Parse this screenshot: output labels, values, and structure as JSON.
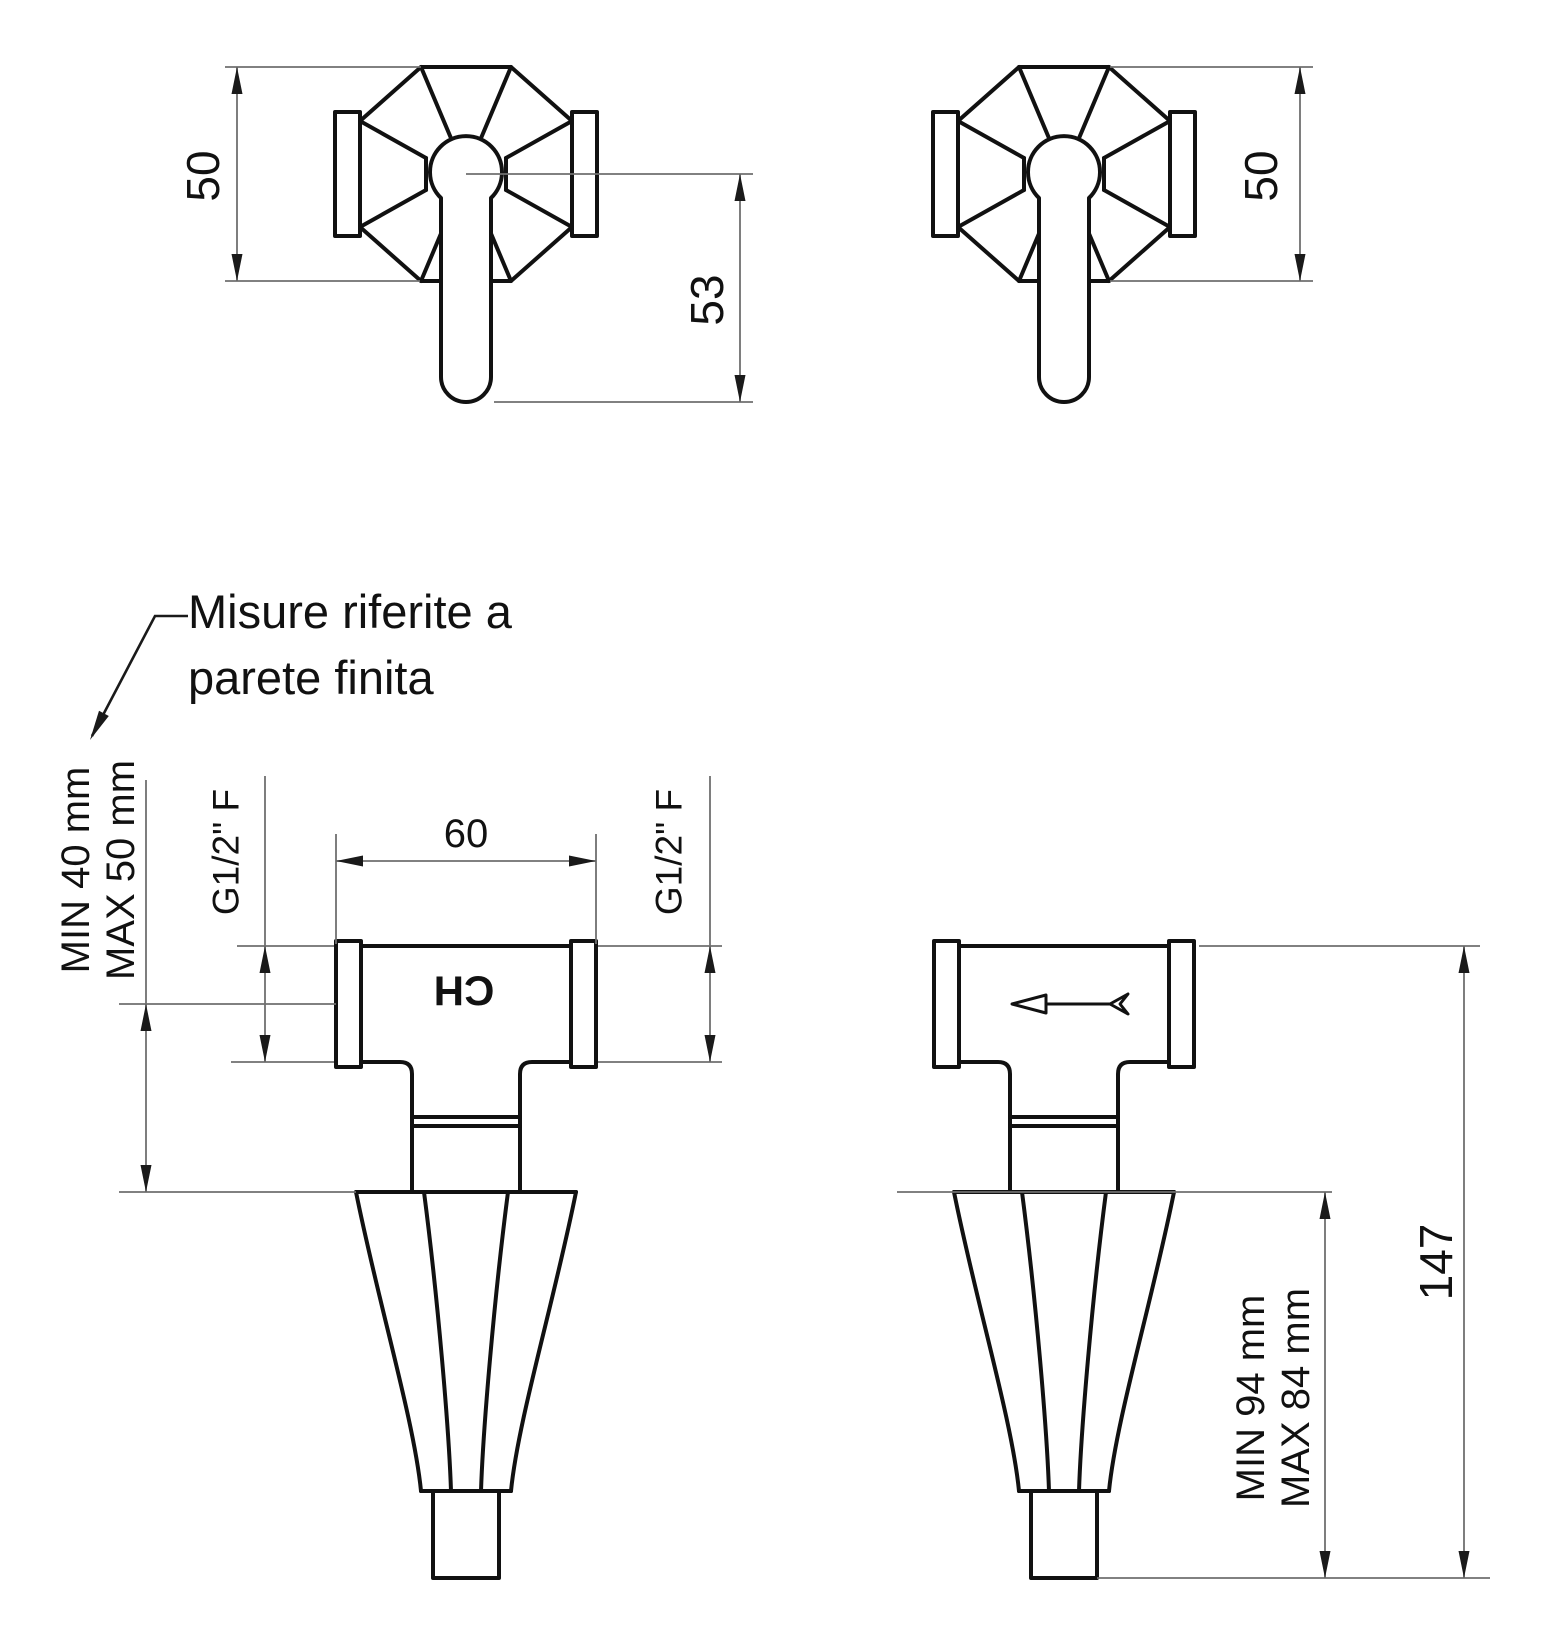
{
  "note": {
    "line1": "Misure riferite a",
    "line2": "parete finita"
  },
  "front_views": {
    "left": {
      "height": "50",
      "lever_length": "53"
    },
    "right": {
      "height": "50"
    }
  },
  "side_views": {
    "left": {
      "width": "60",
      "thread_left": "G1/2\" F",
      "thread_right": "G1/2\" F",
      "marking": "CH",
      "wall_distance_min": "MIN 40 mm",
      "wall_distance_max": "MAX 50 mm"
    },
    "right": {
      "projection_min": "MIN 94 mm",
      "projection_max": "MAX 84 mm",
      "total_depth": "147"
    }
  },
  "colors": {
    "outline": "#111111",
    "dimension_lines": "#6f6f6f",
    "background": "#ffffff"
  }
}
